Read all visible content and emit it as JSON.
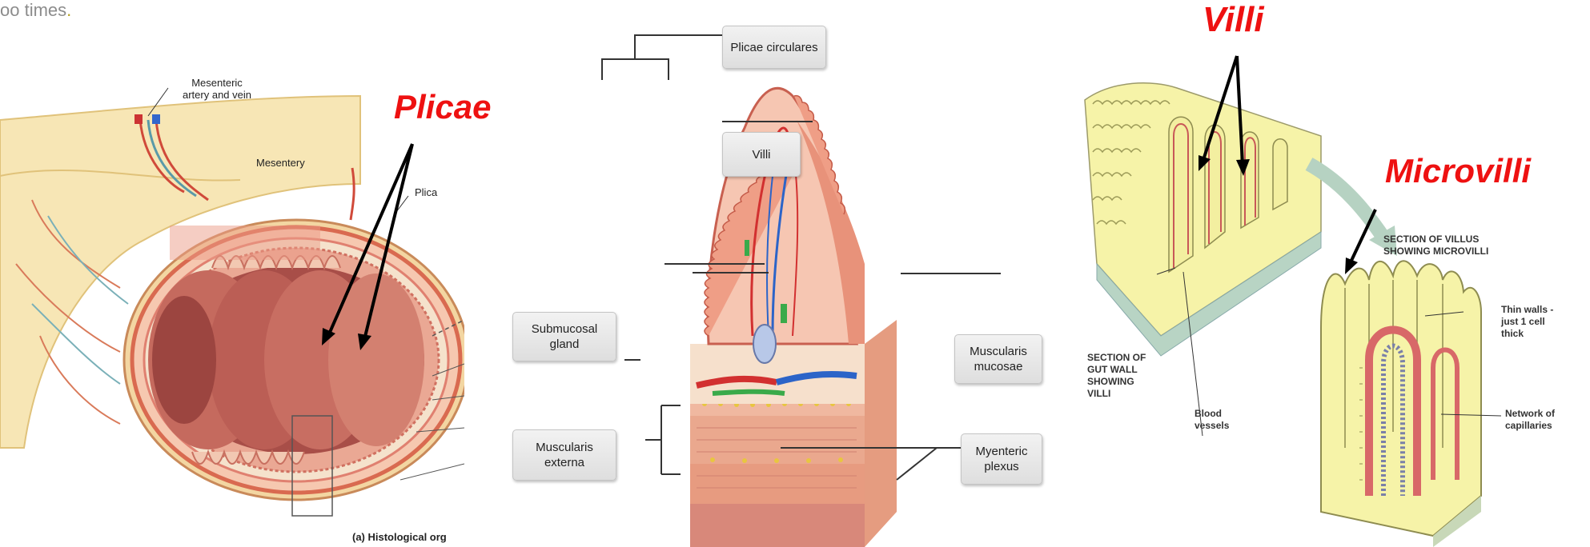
{
  "top_fragment": "oo times",
  "left_panel": {
    "big_label": "Plicae",
    "labels": {
      "mesenteric": "Mesenteric\nartery and vein",
      "mesentery": "Mesentery",
      "plica": "Plica",
      "caption": "(a) Histological org"
    }
  },
  "middle_panel": {
    "labels": {
      "plicae_circulares": "Plicae circulares",
      "villi": "Villi",
      "submucosal_gland": "Submucosal\ngland",
      "muscularis_mucosae": "Muscularis\nmucosae",
      "muscularis_externa": "Muscularis\nexterna",
      "myenteric_plexus": "Myenteric\nplexus"
    }
  },
  "right_panel": {
    "big_label_villi": "Villi",
    "big_label_microvilli": "Microvilli",
    "labels": {
      "section_villus": "SECTION OF VILLUS\nSHOWING MICROVILLI",
      "section_gut": "SECTION OF\nGUT WALL\nSHOWING\nVILLI",
      "blood_vessels": "Blood\nvessels",
      "thin_walls": "Thin walls -\njust 1 cell\nthick",
      "network": "Network of\ncapillaries"
    }
  },
  "colors": {
    "accent_red": "#ee1111",
    "tissue_pink": "#e8a08c",
    "yellow_tissue": "#f6f3a8"
  }
}
